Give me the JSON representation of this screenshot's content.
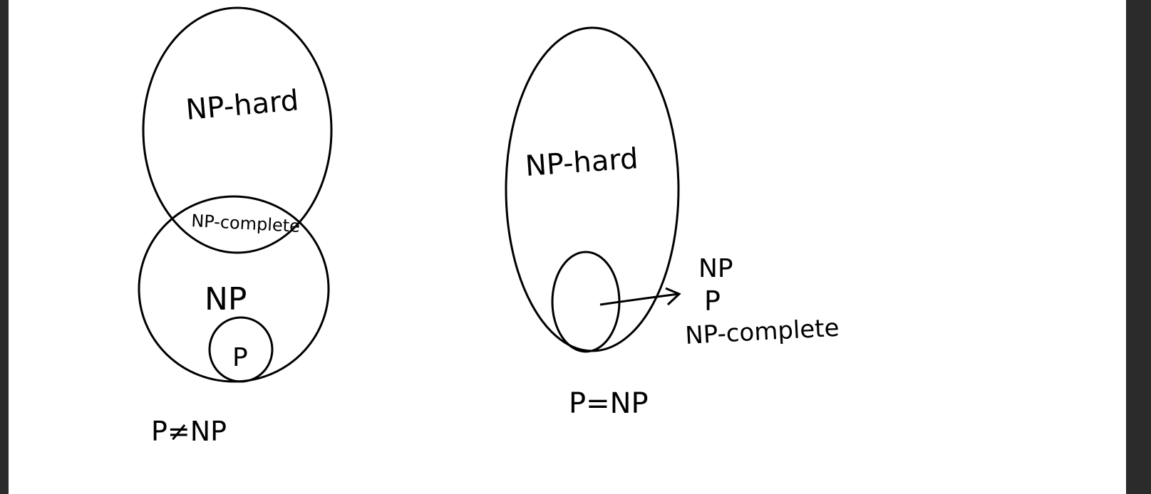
{
  "left_diagram": {
    "np_hard_label": "NP-hard",
    "np_complete_label": "NP-complete",
    "np_label": "NP",
    "p_label": "P",
    "caption": "P≠NP"
  },
  "right_diagram": {
    "np_hard_label": "NP-hard",
    "legend_np": "NP",
    "legend_p": "P",
    "legend_np_complete": "NP-complete",
    "caption": "P=NP"
  },
  "colors": {
    "stroke": "#000000",
    "paper": "#ffffff",
    "border": "#2b2b2b"
  }
}
